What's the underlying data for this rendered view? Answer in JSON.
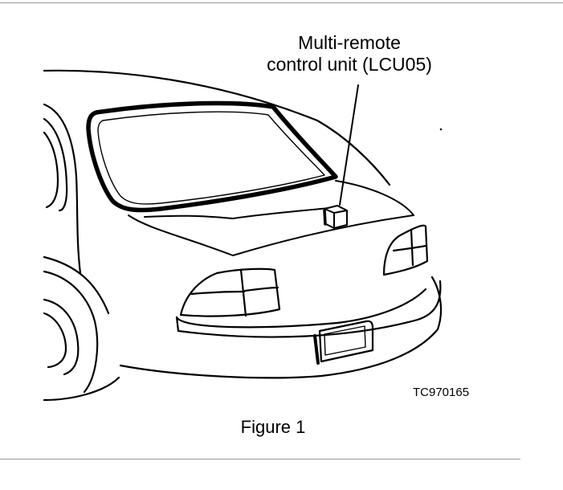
{
  "callout": {
    "line1": "Multi-remote",
    "line2": "control unit (LCU05)"
  },
  "figure_code": "TC970165",
  "caption": "Figure 1",
  "colors": {
    "ink": "#000000",
    "rule": "#9a9a9a",
    "background": "#ffffff"
  },
  "icons": {
    "vehicle": "car-rear-view-icon",
    "unit": "control-unit-box-icon"
  }
}
